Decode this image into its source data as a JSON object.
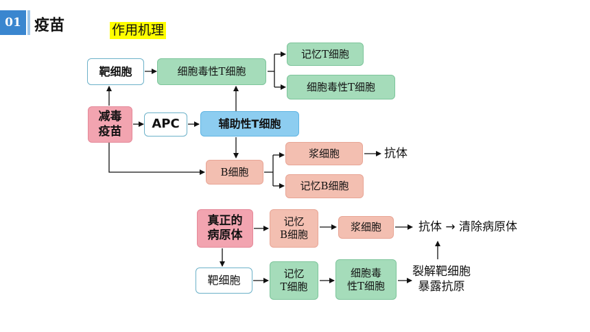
{
  "header": {
    "number": "01",
    "title": "疫苗"
  },
  "subtitle": "作用机理",
  "flow1": {
    "target_cell": "靶细胞",
    "ctl": "细胞毒性T细胞",
    "memory_t": "记忆T细胞",
    "ctl_out": "细胞毒性T细胞",
    "vaccine": "减毒\n疫苗",
    "apc": "APC",
    "helper_t": "辅助性T细胞",
    "b_cell": "B细胞",
    "plasma": "浆细胞",
    "antibody": "抗体",
    "memory_b": "记忆B细胞"
  },
  "flow2": {
    "pathogen": "真正的\n病原体",
    "memory_b": "记忆\nB细胞",
    "plasma": "浆细胞",
    "antibody_line": "抗体 → 清除病原体",
    "target_cell": "靶细胞",
    "memory_t": "记忆\nT细胞",
    "ctl": "细胞毒\n性T细胞",
    "lysis": "裂解靶细胞\n暴露抗原"
  }
}
